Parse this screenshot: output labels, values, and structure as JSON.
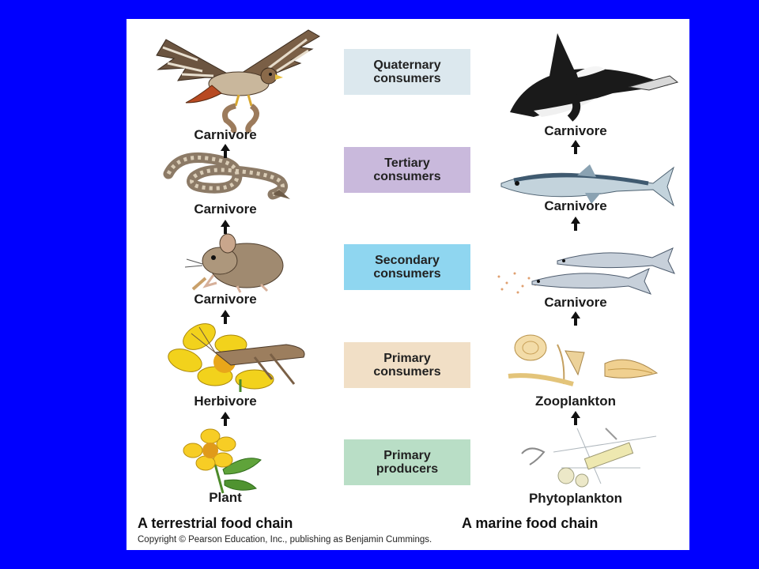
{
  "levels": [
    {
      "line1": "Quaternary",
      "line2": "consumers",
      "color": "#dce8ee"
    },
    {
      "line1": "Tertiary",
      "line2": "consumers",
      "color": "#c9b9dc"
    },
    {
      "line1": "Secondary",
      "line2": "consumers",
      "color": "#8fd6f0"
    },
    {
      "line1": "Primary",
      "line2": "consumers",
      "color": "#f1dfc6"
    },
    {
      "line1": "Primary",
      "line2": "producers",
      "color": "#b9dec6"
    }
  ],
  "terrestrial": {
    "title": "A terrestrial food chain",
    "labels": [
      "Carnivore",
      "Carnivore",
      "Carnivore",
      "Herbivore",
      "Plant"
    ],
    "organisms": [
      "hawk",
      "snake",
      "mouse",
      "grasshopper",
      "plant"
    ]
  },
  "marine": {
    "title": "A marine food chain",
    "labels": [
      "Carnivore",
      "Carnivore",
      "Carnivore",
      "Zooplankton",
      "Phytoplankton"
    ],
    "organisms": [
      "killer-whale",
      "tuna",
      "small-fish",
      "zooplankton",
      "phytoplankton"
    ]
  },
  "copyright": "Copyright © Pearson Education, Inc., publishing as Benjamin Cummings."
}
